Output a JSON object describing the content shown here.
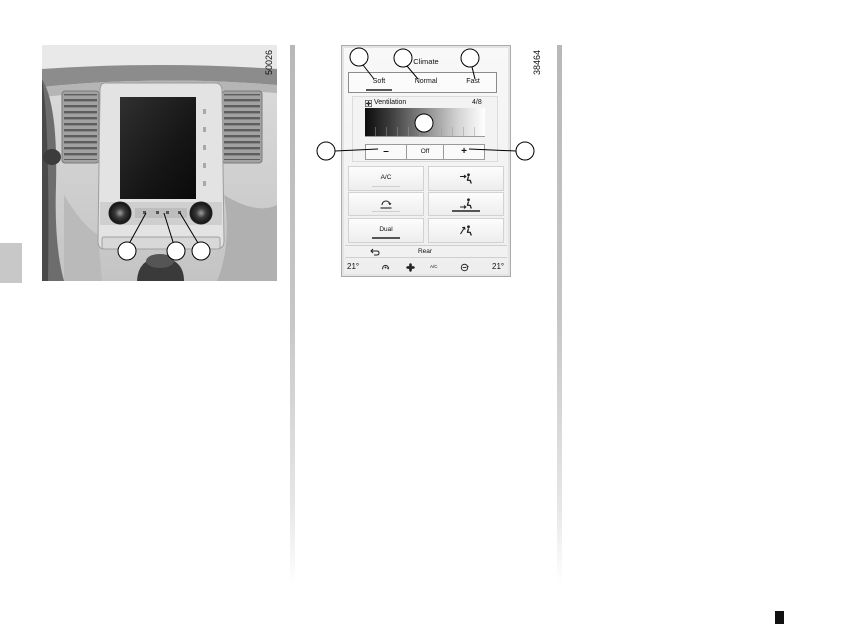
{
  "colors": {
    "side_tab": "#c8c8c8",
    "indicator_on": "#555555",
    "indicator_off": "#cfcfcf",
    "page_marker": "#111111"
  },
  "figure_left": {
    "reference": "50026"
  },
  "figure_right": {
    "reference": "38464",
    "climate_screen": {
      "title": "Climate",
      "modes": [
        {
          "label": "Soft",
          "selected": true
        },
        {
          "label": "Normal",
          "selected": false
        },
        {
          "label": "Fast",
          "selected": false
        }
      ],
      "ventilation": {
        "icon": "fan-icon",
        "label": "Ventilation",
        "level": "4/8"
      },
      "controls": {
        "decrease": "–",
        "off": "Off",
        "increase": "+"
      },
      "buttons_left": [
        {
          "label": "A/C",
          "has_indicator": true,
          "on": false
        },
        {
          "icon": "recirculation-icon",
          "has_indicator": true,
          "on": false
        },
        {
          "label": "Dual",
          "has_indicator": true,
          "on": true
        }
      ],
      "buttons_right": [
        {
          "icon": "airflow-face-icon",
          "has_indicator": false,
          "on": false
        },
        {
          "icon": "airflow-feet-icon",
          "has_indicator": true,
          "on": true
        },
        {
          "icon": "airflow-windscreen-icon",
          "has_indicator": false,
          "on": false
        }
      ],
      "rear": {
        "icon": "back-arrow-icon",
        "label": "Rear"
      },
      "status_bar": {
        "temp_left": "21°",
        "icons": [
          "air-distribution-icon",
          "fan-icon"
        ],
        "ac_label": "A/C",
        "recirculation_icon": "recirculation-icon",
        "temp_right": "21°"
      }
    }
  }
}
